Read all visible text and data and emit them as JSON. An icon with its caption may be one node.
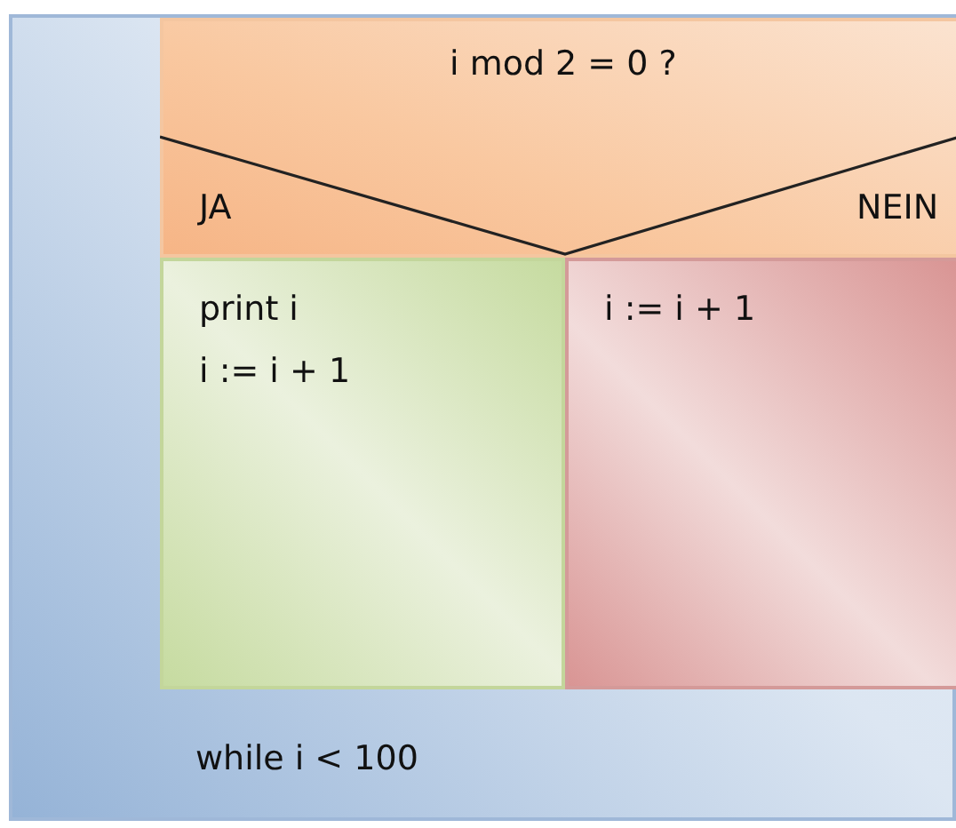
{
  "diagram": {
    "nodes": [
      {
        "text": [
          "while i < 100"
        ]
      },
      {
        "text": [
          "i mod 2 = 0 ?",
          "JA",
          "NEIN"
        ],
        "in": 0
      },
      {
        "text": [
          "print i",
          "i := i + 1"
        ],
        "in": 0
      },
      {
        "text": [
          "i := i + 1"
        ],
        "in": 0
      }
    ],
    "edges": []
  }
}
